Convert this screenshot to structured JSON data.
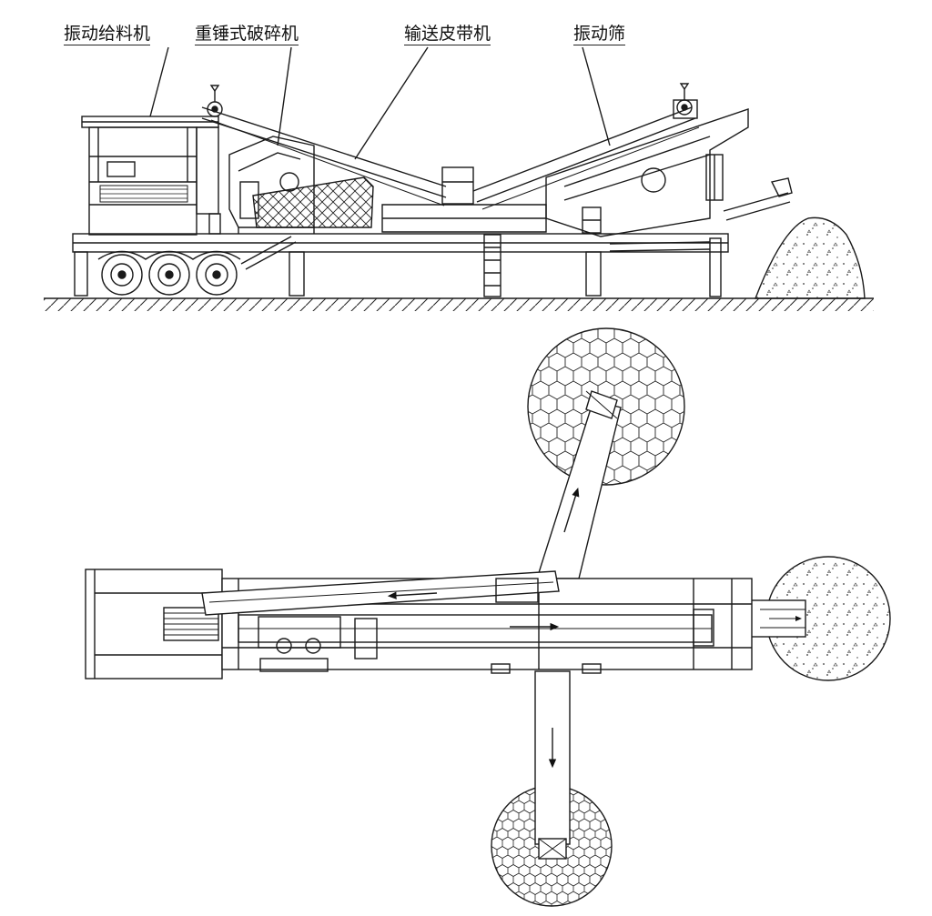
{
  "labels": {
    "feeder": "振动给料机",
    "crusher": "重锤式破碎机",
    "conveyor": "输送皮带机",
    "screen": "振动筛"
  },
  "colors": {
    "line": "#1a1a1a",
    "background": "#ffffff"
  }
}
